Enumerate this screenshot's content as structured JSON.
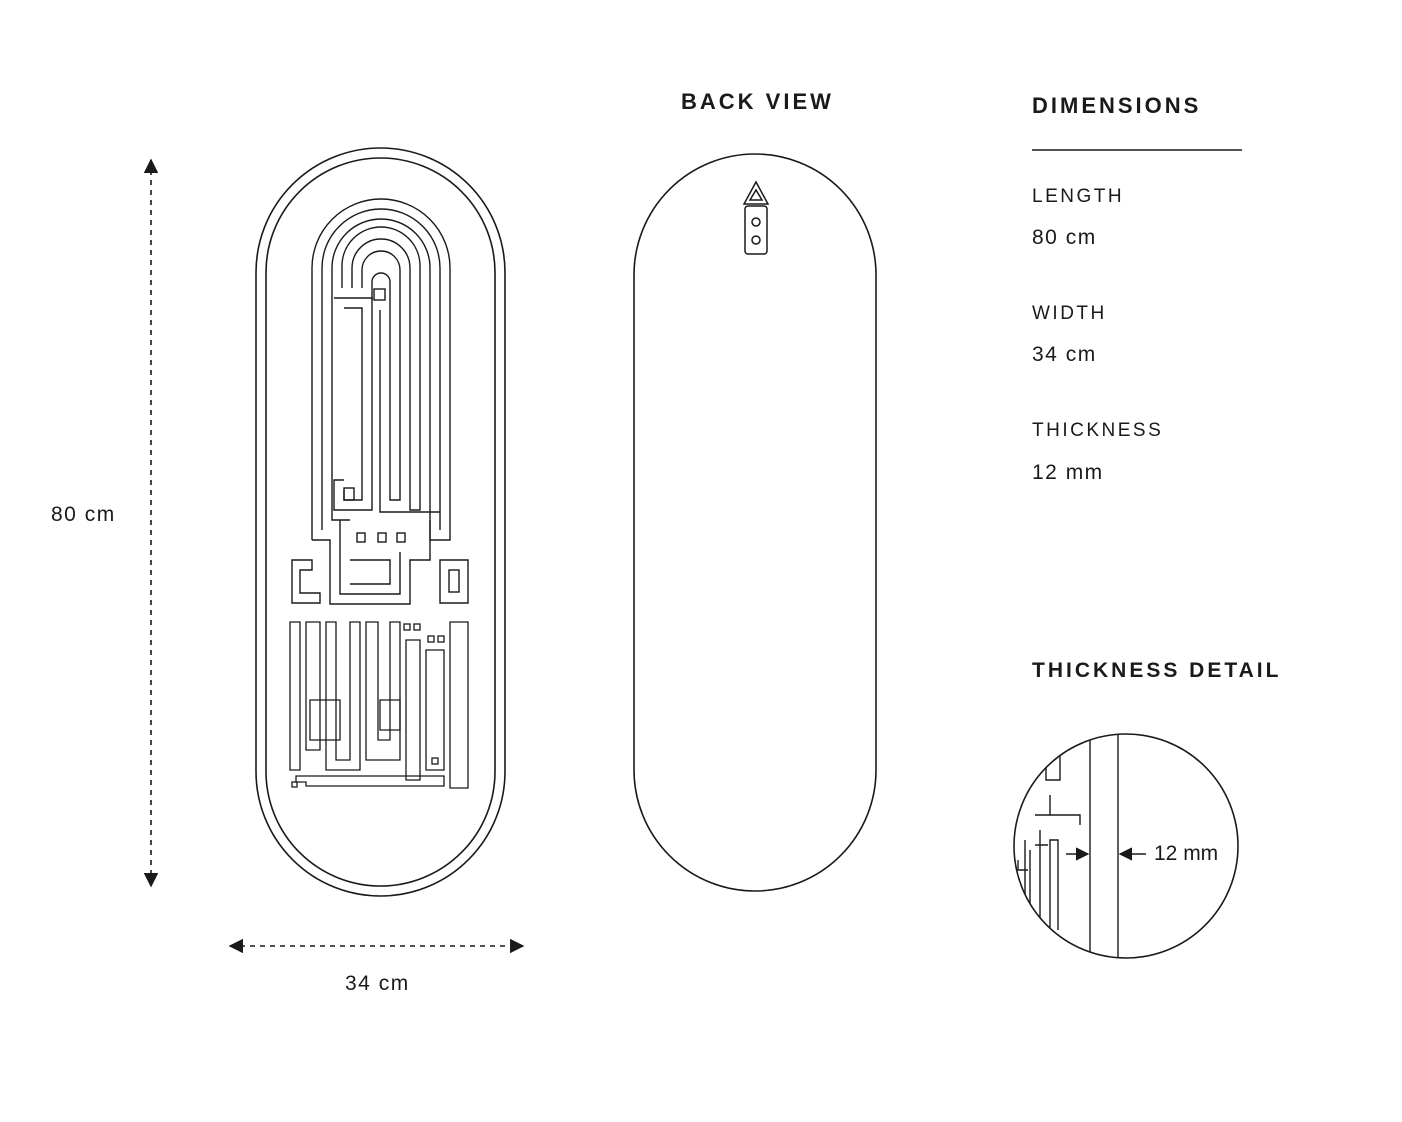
{
  "front": {
    "height_label": "80 cm",
    "width_label": "34 cm"
  },
  "back": {
    "title": "BACK VIEW"
  },
  "dimensions": {
    "title": "DIMENSIONS",
    "length_label": "LENGTH",
    "length_value": "80 cm",
    "width_label": "WIDTH",
    "width_value": "34 cm",
    "thickness_label": "THICKNESS",
    "thickness_value": "12 mm"
  },
  "detail": {
    "title": "THICKNESS DETAIL",
    "measure_label": "12 mm"
  },
  "colors": {
    "line": "#1a1a1a",
    "background": "#ffffff"
  }
}
